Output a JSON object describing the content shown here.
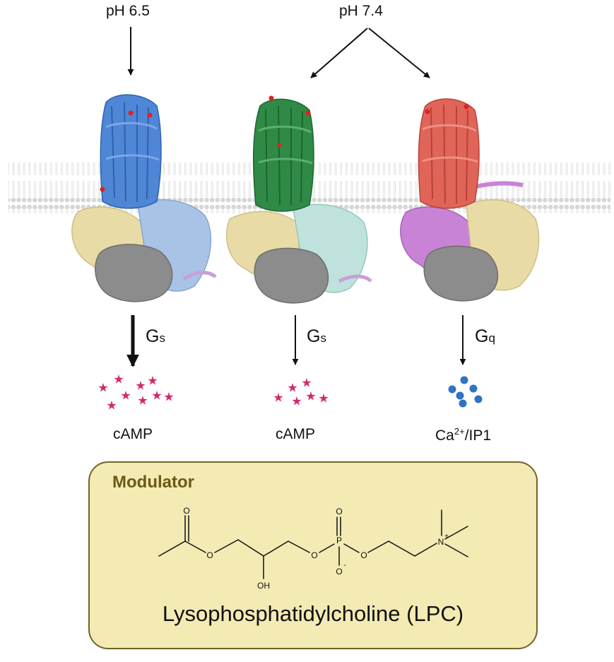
{
  "inputs": {
    "left_ph": "pH 6.5",
    "right_ph": "pH 7.4"
  },
  "pathways": [
    {
      "protein": "Gs",
      "protein_main": "G",
      "protein_sub": "s",
      "messenger": "cAMP",
      "receptor_color": "#4f86d6",
      "messenger_color": "#d2296e",
      "arrow": "thick"
    },
    {
      "protein": "Gs",
      "protein_main": "G",
      "protein_sub": "s",
      "messenger": "cAMP",
      "receptor_color": "#2f8a45",
      "messenger_color": "#d2296e",
      "arrow": "thin"
    },
    {
      "protein": "Gq",
      "protein_main": "G",
      "protein_sub": "q",
      "messenger": "Ca2+/IP1",
      "messenger_main": "Ca",
      "messenger_sup": "2+",
      "messenger_rest": "/IP1",
      "receptor_color": "#e06457",
      "messenger_color": "#2f73c4",
      "arrow": "thin"
    }
  ],
  "modulator": {
    "title": "Modulator",
    "compound": "Lysophosphatidylcholine (LPC)",
    "atoms": {
      "o_carbonyl": "O",
      "o_ester": "O",
      "oh": "OH",
      "o_p_left": "O",
      "p": "P",
      "o_p_top": "O",
      "o_p_bottom": "O",
      "o_minus": "-",
      "o_p_right": "O",
      "n": "N",
      "n_plus": "+"
    }
  },
  "colors": {
    "membrane": "#d9d9d9",
    "box_fill": "#f3eab4",
    "box_border": "#6e6528",
    "title": "#6b5a15",
    "g_alpha": "#e9dba6",
    "g_beta": "#8c8c8c",
    "g_gamma_left": "#a9c3e6",
    "g_gamma_mid": "#bfe3dc",
    "g_alpha_q": "#c983d6"
  }
}
